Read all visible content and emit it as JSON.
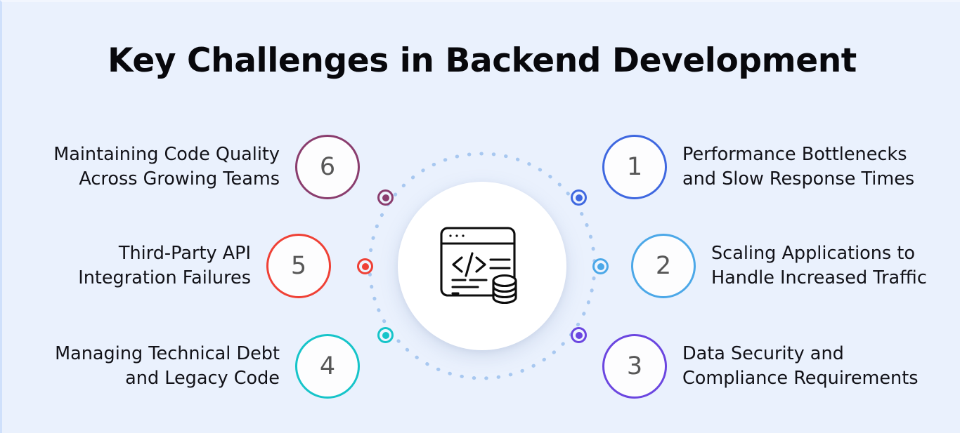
{
  "page": {
    "title": "Key Challenges in Backend Development",
    "background_color": "#eaf1fd",
    "title_color": "#08080c"
  },
  "center": {
    "icon_name": "code-window-database-icon",
    "disc_color": "#ffffff",
    "ring_style": "dotted",
    "ring_color": "#a8c8f0"
  },
  "items": [
    {
      "number": "1",
      "label": "Performance Bottlenecks\nand Slow Response Times",
      "color": "#3f68e0",
      "side": "right"
    },
    {
      "number": "2",
      "label": "Scaling Applications to\nHandle Increased Traffic",
      "color": "#4ca8e8",
      "side": "right"
    },
    {
      "number": "3",
      "label": "Data Security and\nCompliance Requirements",
      "color": "#6b46e0",
      "side": "right"
    },
    {
      "number": "4",
      "label": "Managing Technical Debt\nand Legacy Code",
      "color": "#16c4c9",
      "side": "left"
    },
    {
      "number": "5",
      "label": "Third-Party API\nIntegration Failures",
      "color": "#ef4136",
      "side": "left"
    },
    {
      "number": "6",
      "label": "Maintaining Code Quality\nAcross Growing Teams",
      "color": "#8a3d6e",
      "side": "left"
    }
  ]
}
